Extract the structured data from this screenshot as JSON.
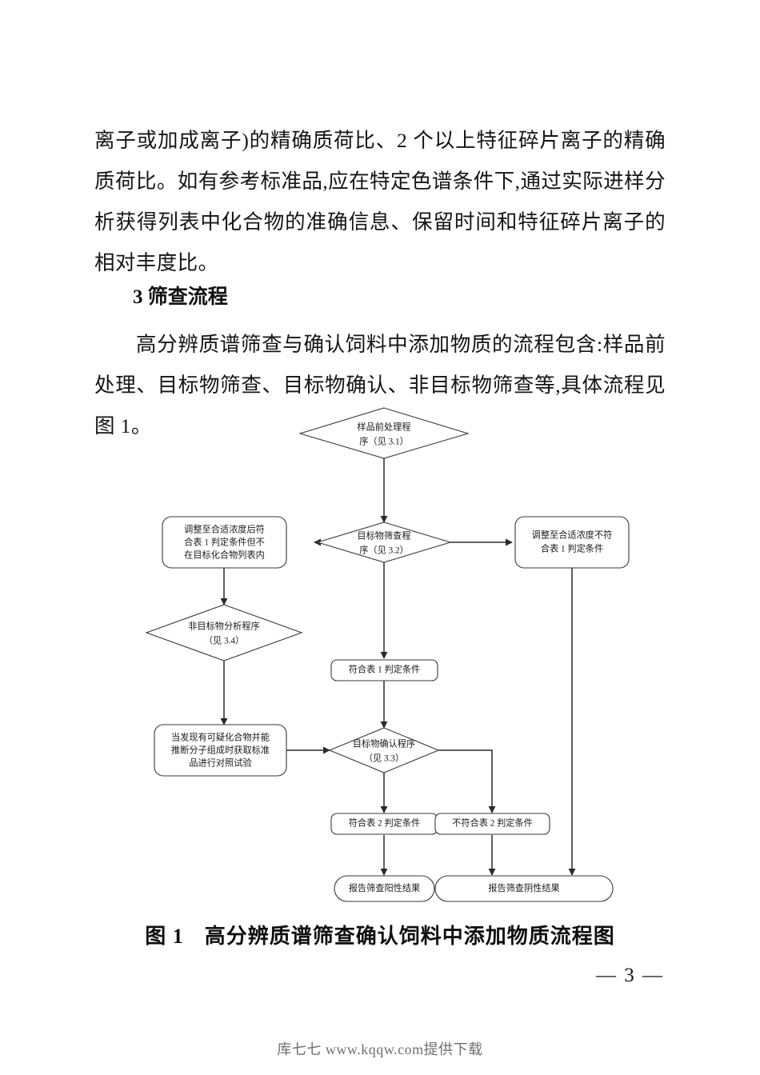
{
  "document": {
    "paragraph_1": "离子或加成离子)的精确质荷比、2 个以上特征碎片离子的精确质荷比。如有参考标准品,应在特定色谱条件下,通过实际进样分析获得列表中化合物的准确信息、保留时间和特征碎片离子的相对丰度比。",
    "section_heading": "3 筛查流程",
    "paragraph_2": "高分辨质谱筛查与确认饲料中添加物质的流程包含:样品前处理、目标物筛查、目标物确认、非目标物筛查等,具体流程见图 1。",
    "figure_caption_number": "图 1",
    "figure_caption_text": "高分辨质谱筛查确认饲料中添加物质流程图",
    "page_number": "— 3 —",
    "footer_watermark": "库七七  www.kqqw.com提供下载"
  },
  "flowchart": {
    "nodes": {
      "sample_prep_line1": "样品前处理程",
      "sample_prep_line2": "序（见 3.1）",
      "target_screen_line1": "目标物筛查程",
      "target_screen_line2": "序（见 3.2）",
      "left_box_line1": "调整至合适浓度后符",
      "left_box_line2": "合表 1 判定条件但不",
      "left_box_line3": "在目标化合物列表内",
      "right_box_line1": "调整至合适浓度不符",
      "right_box_line2": "合表 1 判定条件",
      "nontarget_line1": "非目标物分析程序",
      "nontarget_line2": "（见 3.4）",
      "meets_table1": "符合表 1 判定条件",
      "suspect_line1": "当发现有可疑化合物并能",
      "suspect_line2": "推断分子组成时获取标准",
      "suspect_line3": "品进行对照试验",
      "confirm_line1": "目标物确认程序",
      "confirm_line2": "（见 3.3）",
      "meets_table2": "符合表 2 判定条件",
      "not_meets_table2": "不符合表 2 判定条件",
      "positive_result": "报告筛查阳性结果",
      "negative_result": "报告筛查阴性结果"
    },
    "colors": {
      "shape_stroke": "#3a3a3a",
      "line_stroke": "#2a2a2a",
      "shape_fill": "#ffffff",
      "text": "#1a1a1a"
    }
  }
}
